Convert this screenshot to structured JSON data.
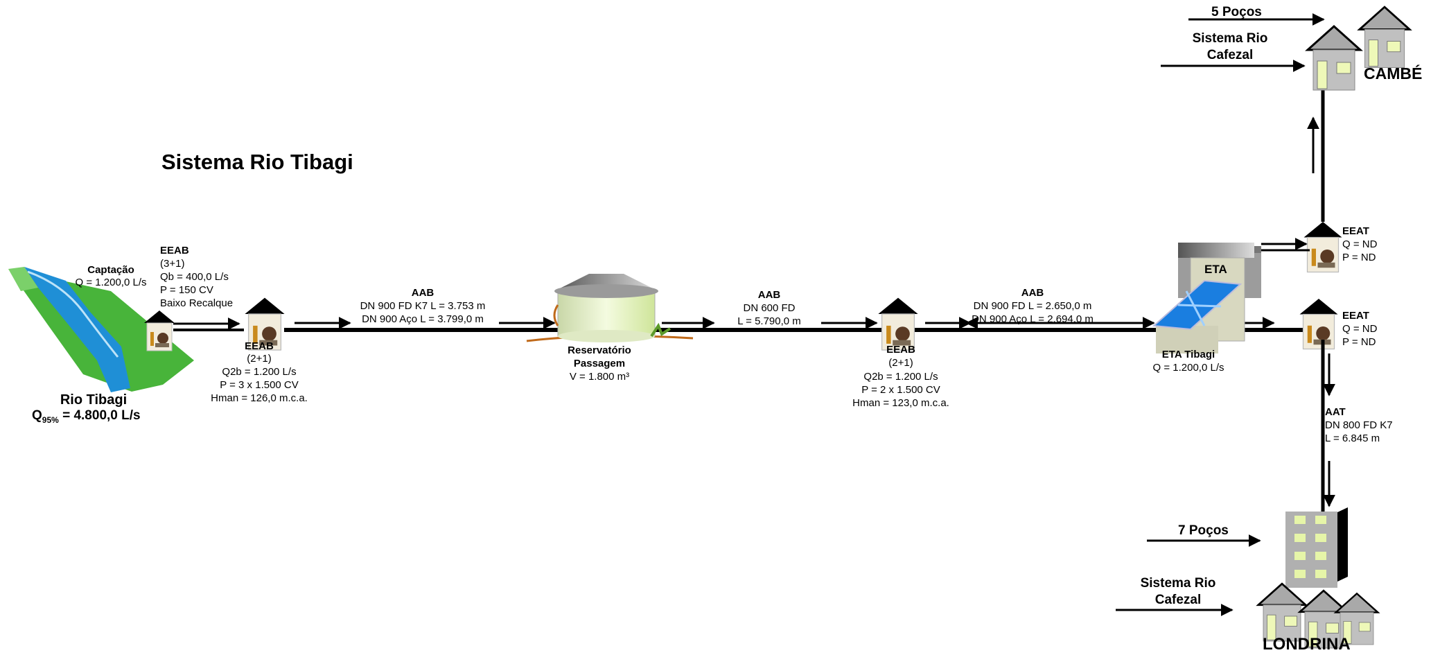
{
  "title": "Sistema Rio Tibagi",
  "river": {
    "name": "Rio Tibagi",
    "q_symbol": "Q",
    "q_sub": "95%",
    "q_value": " = 4.800,0 L/s"
  },
  "captacao": {
    "title": "Captação",
    "flow": "Q = 1.200,0 L/s"
  },
  "eeab_low": {
    "title": "EEAB",
    "config": "(3+1)",
    "qb": "Qb = 400,0 L/s",
    "p": "P = 150 CV",
    "note": "Baixo Recalque"
  },
  "eeab_1": {
    "title": "EEAB",
    "config": "(2+1)",
    "q": "Q2b = 1.200 L/s",
    "p": "P = 3 x 1.500 CV",
    "hman": "Hman = 126,0 m.c.a."
  },
  "aab_1": {
    "title": "AAB",
    "line1": "DN 900 FD K7  L = 3.753 m",
    "line2": "DN 900  Aço  L = 3.799,0 m"
  },
  "reservoir": {
    "title1": "Reservatório",
    "title2": "Passagem",
    "volume": "V = 1.800 m³"
  },
  "aab_2": {
    "title": "AAB",
    "line1": "DN 600 FD",
    "line2": "L = 5.790,0 m"
  },
  "eeab_2": {
    "title": "EEAB",
    "config": "(2+1)",
    "q": "Q2b = 1.200 L/s",
    "p": "P = 2 x 1.500 CV",
    "hman": "Hman = 123,0 m.c.a."
  },
  "aab_3": {
    "title": "AAB",
    "line1": "DN 900 FD L = 2.650,0 m",
    "line2": "DN 900 Aço  L = 2.694,0 m"
  },
  "eta": {
    "building_label": "ETA",
    "title": "ETA Tibagi",
    "flow": "Q = 1.200,0 L/s"
  },
  "eeat_cambe": {
    "title": "EEAT",
    "q": "Q = ND",
    "p": "P = ND"
  },
  "eeat_londrina": {
    "title": "EEAT",
    "q": "Q = ND",
    "p": "P = ND"
  },
  "aat": {
    "title": "AAT",
    "line1": "DN 800 FD K7",
    "line2": "L =  6.845 m"
  },
  "cambe": {
    "name": "CAMBÉ",
    "wells": "5 Poços",
    "system1": "Sistema Rio",
    "system2": "Cafezal"
  },
  "londrina": {
    "name": "LONDRINA",
    "wells": "7 Poços",
    "system1": "Sistema Rio",
    "system2": "Cafezal"
  },
  "colors": {
    "river": "#1f8fd6",
    "grass": "#48b43a",
    "eta_tank": "#1a7ee0",
    "building_gray": "#b8b8b8",
    "window": "#e6f5a8"
  }
}
